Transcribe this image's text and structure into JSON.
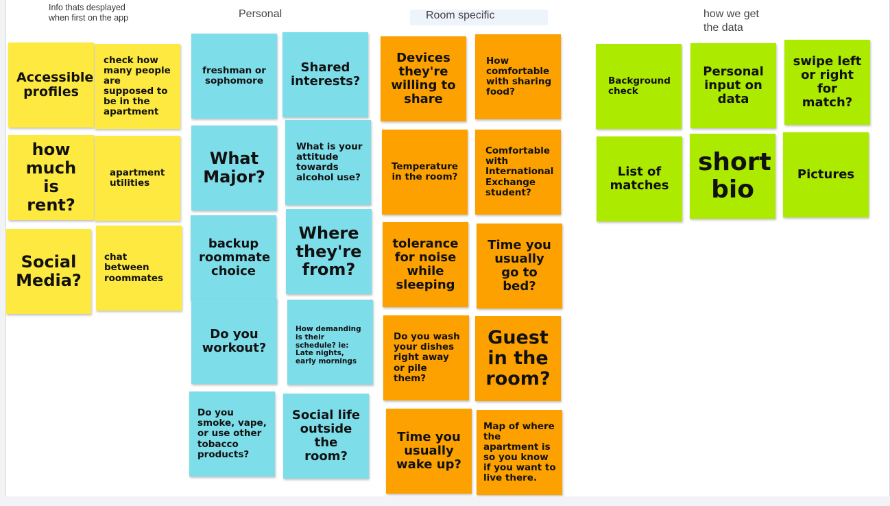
{
  "headings": {
    "info": "Info thats desplayed\nwhen first on the app",
    "personal": "Personal",
    "room_specific": "Room specific",
    "how_we_get": "how we get\nthe data"
  },
  "colors": {
    "yellow": "#fde93f",
    "blue": "#7ddde9",
    "orange": "#fca100",
    "green": "#acea00"
  },
  "notes": {
    "accessible_profiles": "Accessible profiles",
    "check_how_many": "check how many people are supposed to be in the apartment",
    "how_much_rent": "how much is rent?",
    "apartment_utilities": "apartment utilities",
    "social_media": "Social Media?",
    "chat_between": "chat between roommates",
    "freshman": "freshman or sophomore",
    "shared_interests": "Shared interests?",
    "what_major": "What Major?",
    "attitude_alcohol": "What is your attitude towards alcohol use?",
    "backup_roommate": "backup roommate choice",
    "where_from": "Where they're from?",
    "workout": "Do you workout?",
    "demanding_schedule": "How demanding is their schedule? ie: Late nights, early mornings",
    "smoke_vape": "Do you smoke, vape, or use other tobacco products?",
    "social_life": "Social life outside the room?",
    "devices_share": "Devices they're willing to share",
    "sharing_food": "How comfortable with sharing food?",
    "temperature": "Temperature in the room?",
    "intl_exchange": "Comfortable with International Exchange student?",
    "noise_tolerance": "tolerance for noise while sleeping",
    "time_bed": "Time you usually go to bed?",
    "wash_dishes": "Do you wash your dishes right away or pile them?",
    "guest_room": "Guest in the room?",
    "time_wake": "Time you usually wake up?",
    "map_apartment": "Map of where the apartment is so you know if you want to live there.",
    "background_check": "Background check",
    "personal_input": "Personal input on data",
    "swipe": "swipe left or right for match?",
    "list_matches": "List of matches",
    "short_bio": "short bio",
    "pictures": "Pictures"
  }
}
